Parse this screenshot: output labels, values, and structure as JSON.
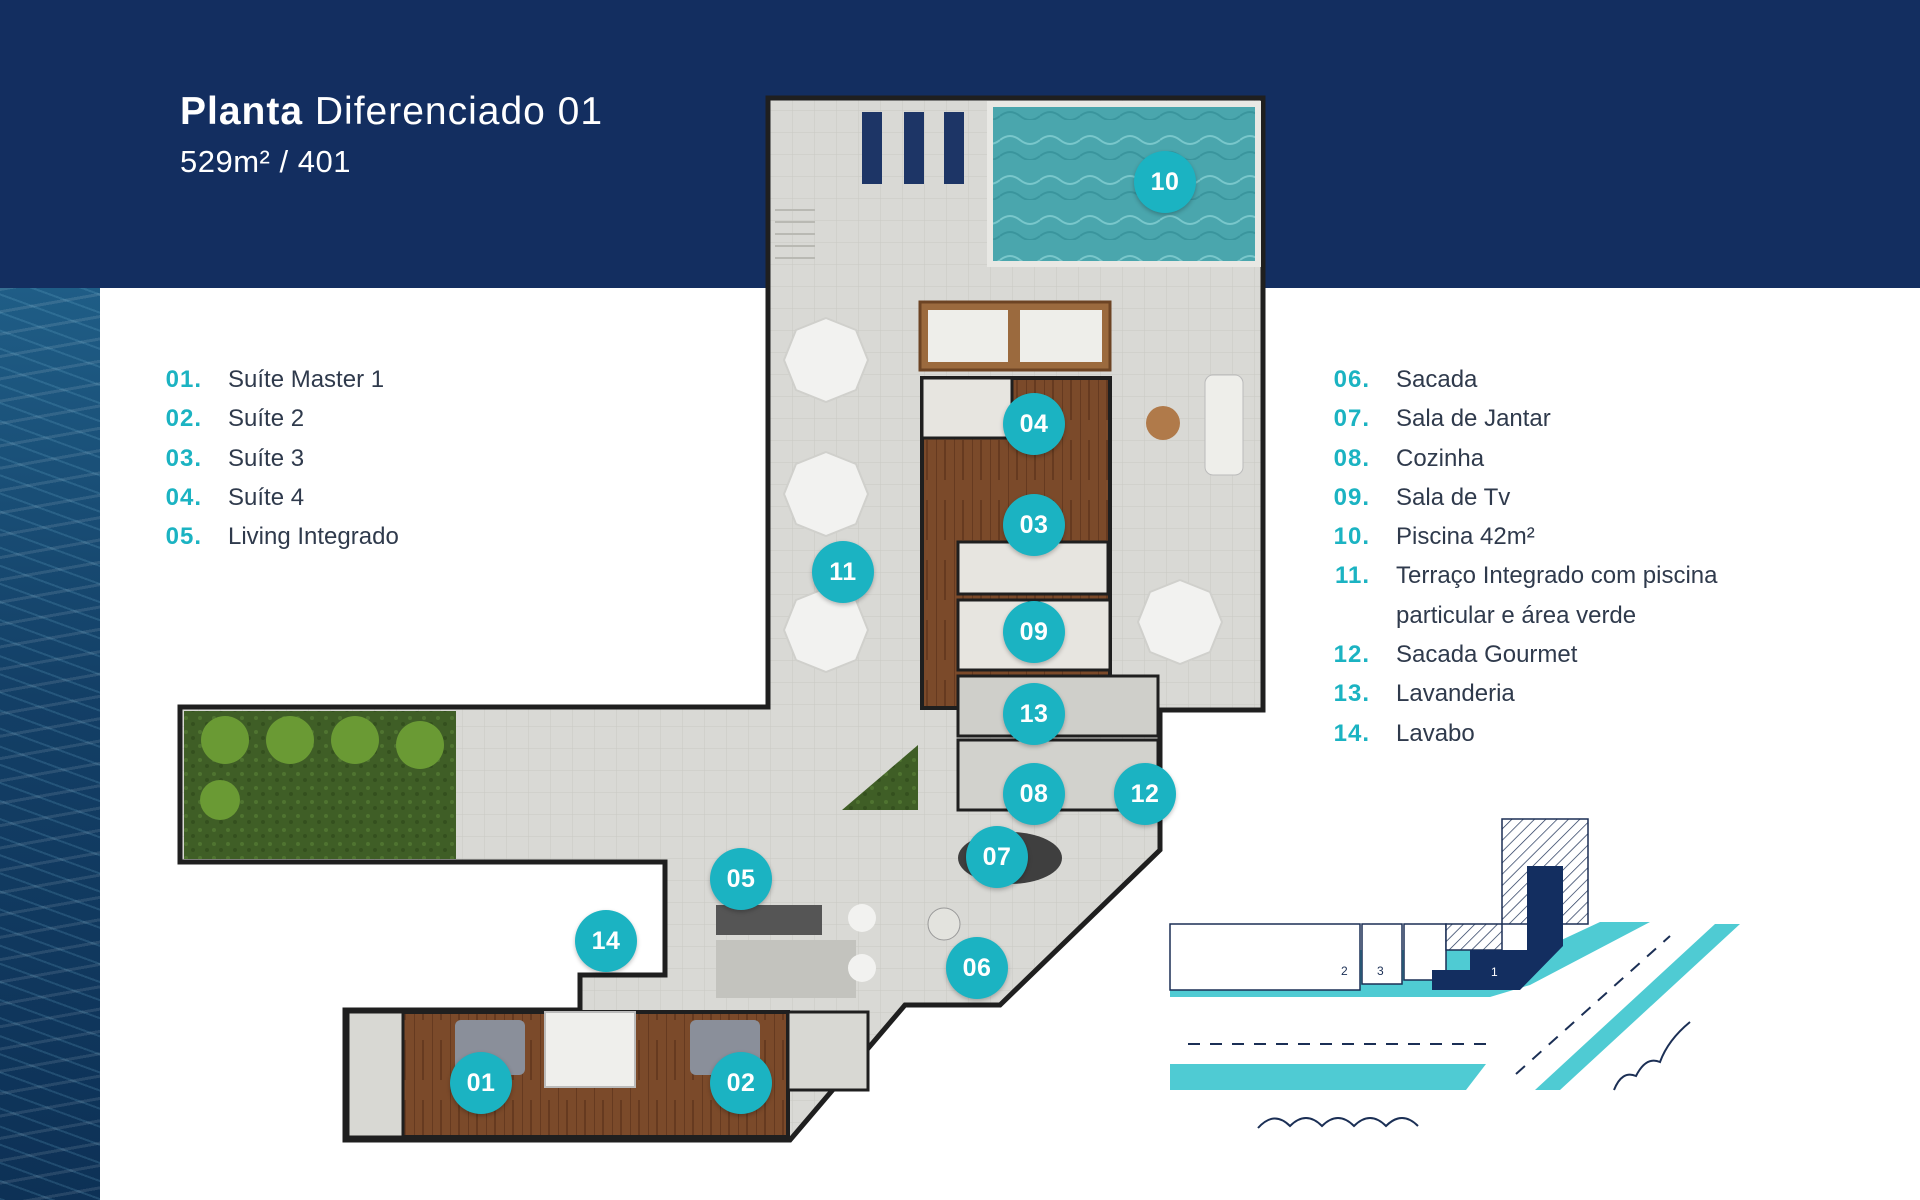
{
  "header": {
    "title_bold": "Planta",
    "title_rest": "Diferenciado 01",
    "subtitle": "529m²  / 401"
  },
  "legend_left": [
    {
      "num": "01.",
      "label": "Suíte Master 1"
    },
    {
      "num": "02.",
      "label": "Suíte 2"
    },
    {
      "num": "03.",
      "label": "Suíte 3"
    },
    {
      "num": "04.",
      "label": "Suíte 4"
    },
    {
      "num": "05.",
      "label": "Living Integrado"
    }
  ],
  "legend_right": [
    {
      "num": "06.",
      "label": "Sacada"
    },
    {
      "num": "07.",
      "label": "Sala de Jantar"
    },
    {
      "num": "08.",
      "label": "Cozinha"
    },
    {
      "num": "09.",
      "label": "Sala de Tv"
    },
    {
      "num": "10.",
      "label": "Piscina 42m²"
    },
    {
      "num": "11.",
      "label": "Terraço Integrado com piscina",
      "continuation": "particular e área verde"
    },
    {
      "num": "12.",
      "label": "Sacada Gourmet"
    },
    {
      "num": "13.",
      "label": "Lavanderia"
    },
    {
      "num": "14.",
      "label": "Lavabo"
    }
  ],
  "markers": [
    "01",
    "02",
    "03",
    "04",
    "05",
    "06",
    "07",
    "08",
    "09",
    "10",
    "11",
    "12",
    "13",
    "14"
  ],
  "keymap": {
    "unit_labels": [
      "1",
      "2",
      "3"
    ]
  },
  "colors": {
    "navy": "#132e60",
    "teal": "#1bb3c2",
    "floor": "#d7d7d3",
    "wood": "#7a4a2a",
    "pool": "#4aa6ad",
    "garden": "#3f5e26"
  }
}
